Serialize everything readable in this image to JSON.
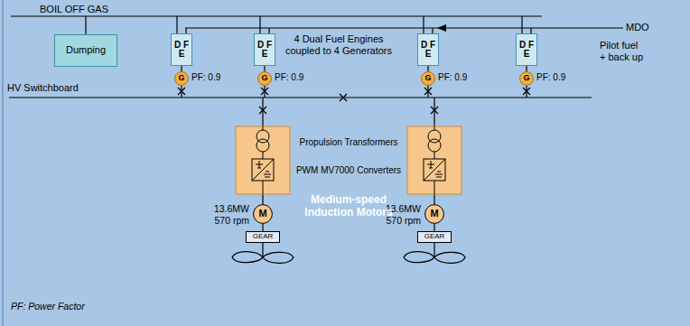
{
  "diagram": {
    "nodes": [
      {
        "text": [
          "Dumping"
        ]
      },
      {
        "text": [
          "D F E"
        ]
      },
      {
        "text": [
          "D F E"
        ]
      },
      {
        "text": [
          "D F E"
        ]
      },
      {
        "text": [
          "D F E"
        ]
      },
      {
        "text": [
          "G"
        ]
      },
      {
        "text": [
          "G"
        ]
      },
      {
        "text": [
          "G"
        ]
      },
      {
        "text": [
          "G"
        ]
      },
      {
        "text": [
          "M"
        ]
      },
      {
        "text": [
          "M"
        ]
      },
      {
        "text": [
          "GEAR"
        ]
      },
      {
        "text": [
          "GEAR"
        ]
      }
    ],
    "edges": [
      {
        "from": 1,
        "to": 5,
        "arrow": "none"
      },
      {
        "from": 2,
        "to": 6,
        "arrow": "none"
      },
      {
        "from": 3,
        "to": 7,
        "arrow": "none"
      },
      {
        "from": 4,
        "to": 8,
        "arrow": "none"
      },
      {
        "from": 9,
        "to": 11,
        "arrow": "none"
      },
      {
        "from": 10,
        "to": 12,
        "arrow": "none"
      }
    ],
    "labels": [
      "BOIL OFF GAS",
      "4 Dual Fuel Engines coupled to 4 Generators",
      "MDO",
      "Pilot fuel + back up",
      "PF: 0.9",
      "PF: 0.9",
      "PF: 0.9",
      "PF: 0.9",
      "HV Switchboard",
      "Propulsion Transformers",
      "PWM MV7000 Converters",
      "13.6MW 570 rpm",
      "13.6MW 570 rpm",
      "Medium-speed Induction Motors",
      "PF: Power Factor"
    ]
  }
}
